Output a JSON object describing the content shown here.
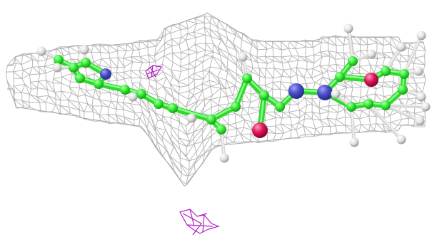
{
  "scene": {
    "kind": "molecular-model-with-electron-density-mesh",
    "colors": {
      "background": "#ffffff",
      "mesh": "#b9b9b9",
      "carbon": "#3ef23e",
      "carbon_dark": "#1fb81f",
      "hydrogen": "#e8e8e8",
      "nitrogen": "#4b4fc4",
      "oxygen": "#e0185a",
      "difference_density": "#b020c0"
    },
    "atom_types": [
      "carbon",
      "hydrogen",
      "nitrogen",
      "oxygen"
    ]
  }
}
